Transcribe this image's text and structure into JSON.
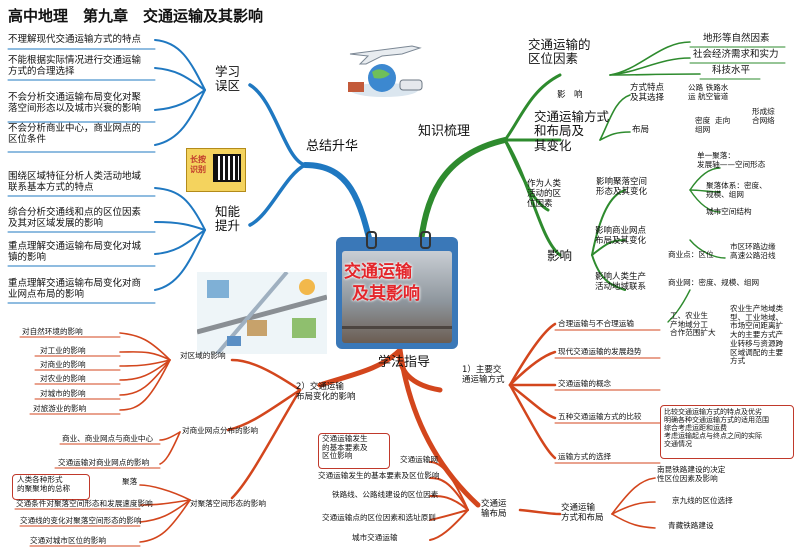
{
  "title": "高中地理　第九章　交通运输及其影响",
  "center": {
    "line1": "交通运输",
    "line2": "及其影响"
  },
  "qr_label": "长按\n识别",
  "branches": {
    "zongjie": "总结升华",
    "zhishi": "知识梳理",
    "xuefa": "学法指导"
  },
  "xuexi_wuqu": {
    "label": "学习\n误区",
    "items": [
      "不理解现代交通运输方式的特点",
      "不能根据实际情况进行交通运输\n方式的合理选择",
      "不会分析交通运输布局变化对聚\n落空间形态以及城市兴衰的影响",
      "不会分析商业中心，商业网点的\n区位条件"
    ]
  },
  "zhineng_tisheng": {
    "label": "知能\n提升",
    "items": [
      "围绕区域特征分析人类活动地域\n联系基本方式的特点",
      "综合分析交通线和点的区位因素\n及其对区域发展的影响",
      "重点理解交通运输布局变化对城\n镇的影响",
      "重点理解交通运输布局变化对商\n业网点布局的影响"
    ]
  },
  "quwei_yinsu": {
    "label": "交通运输的\n区位因素",
    "items": [
      "地形等自然因素",
      "社会经济需求和实力",
      "科技水平"
    ]
  },
  "yingxiang_small": "影　响",
  "fangshi_buju": {
    "label": "交通运输方式\n和布局及\n其变化",
    "tedian": "方式特点\n及其选择",
    "tedian_detail": "公路 铁路水\n运 航空管道",
    "buju": "布局",
    "buju_detail": "密度  走向\n组网",
    "xingcheng": "形成综\n合网络"
  },
  "renlei_huodong": "作为人类\n活动的区\n位因素",
  "yingxiang": {
    "label": "影响",
    "juluo": "影响聚落空间\n形态及其变化",
    "danyi": "单一聚落：\n发展轴——空间形态",
    "juluoqun": "聚落体系：密度、\n规模、组网",
    "chengshi": "城市空间结构",
    "shangye": "影响商业网点\n布局及其变化",
    "shangyequ": "商业点：区位",
    "huanlu": "市区环路边缘\n高速公路沿线",
    "shangyewang": "商业网：密度、规模、组网",
    "shengchan": "影响人类生产\n活动地域联系",
    "nongye": "工、农业生\n产地域分工\n合作范围扩大",
    "nongye_detail": "农业生产地域类\n型、工业地域、\n市场空间距离扩\n大的主要方式产\n业转移与资源跨\n区域调配的主要\n方式"
  },
  "xuefa": {
    "zhuyao": "1）主要交\n通运输方式",
    "zhuyao_items": [
      "合理运输与不合理运输",
      "现代交通运输的发展趋势",
      "交通运输的概念",
      "五种交通运输方式的比较",
      "运输方式的选择"
    ],
    "bijiao_box": "比较交通运输方式的特点及优劣\n明确各种交通运输方式的适用范围\n综合考虑运距和运费\n考虑运输起点与终点之间的实际\n交通情况",
    "buju_bianhua": "2）交通运输\n布局变化的影响",
    "quyu": "对区域的影响",
    "quyu_items": [
      "对自然环境的影响",
      "对工业的影响",
      "对商业的影响",
      "对农业的影响",
      "对城市的影响",
      "对旅游业的影响"
    ],
    "shangye_fenbu": "对商业网点分布的影响",
    "shangye_items": [
      "商业、商业网点与商业中心",
      "交通运输对商业网点的影响"
    ],
    "julu_kongjian": "对聚落空间形态的影响",
    "julu_items": [
      "聚落",
      "交通条件对聚落空间形态和发展速度影响",
      "交通线的变化对聚落空间形态的影响",
      "交通对城市区位的影响"
    ],
    "renlei_jiju": "人类各种形式\n的聚聚地的总称",
    "yunshu_buju": "交通运\n输布局",
    "box_left": "交通运输发生\n的基本要素及\n区位影响",
    "buju_items": [
      "交通运输网",
      "交通运输发生的基本要素及区位影响",
      "铁路线、公路线建设的区位因素",
      "交通运输点的区位因素和选址原则",
      "城市交通运输"
    ],
    "fangshi_buju": "交通运输\n方式和布局",
    "fangshi_buju_items": [
      "南昆铁路建设的决定\n性区位因素及影响",
      "京九线的区位选择",
      "青藏铁路建设"
    ]
  }
}
